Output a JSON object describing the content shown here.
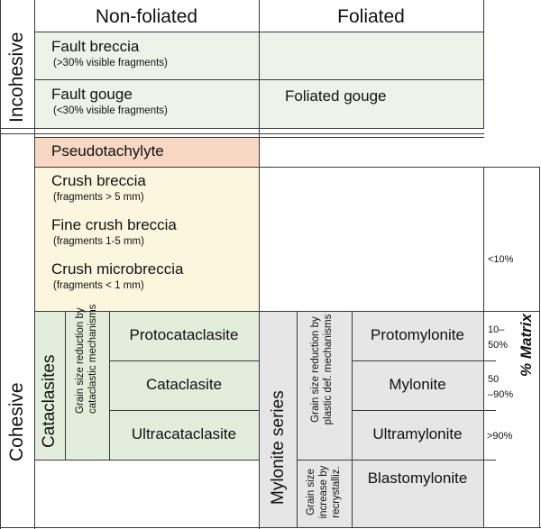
{
  "headers": {
    "non_foliated": "Non-foliated",
    "foliated": "Foliated"
  },
  "row_labels": {
    "incohesive": "Incohesive",
    "cohesive": "Cohesive"
  },
  "incohesive": {
    "fault_breccia": {
      "name": "Fault breccia",
      "detail": "(>30% visible fragments)"
    },
    "fault_gouge": {
      "name": "Fault gouge",
      "detail": "(<30% visible fragments)"
    },
    "foliated_gouge": "Foliated gouge"
  },
  "pseudotachylyte": "Pseudotachylyte",
  "crush": [
    {
      "name": "Crush breccia",
      "detail": "(fragments > 5 mm)"
    },
    {
      "name": "Fine crush breccia",
      "detail": "(fragments 1-5 mm)"
    },
    {
      "name": "Crush microbreccia",
      "detail": "(fragments < 1 mm)"
    }
  ],
  "cataclasites": {
    "group_label": "Cataclasites",
    "mechanism_line1": "Grain size reduction by",
    "mechanism_line2": "cataclastic mechanisms",
    "items": [
      "Protocataclasite",
      "Cataclasite",
      "Ultracataclasite"
    ]
  },
  "mylonites": {
    "group_label": "Mylonite series",
    "mechanism_line1": "Grain size reduction by",
    "mechanism_line2": "plastic def. mechanisms",
    "items": [
      "Protomylonite",
      "Mylonite",
      "Ultramylonite"
    ],
    "growth_line1": "Grain size",
    "growth_line2": "increase by",
    "growth_line3": "recrystalliz.",
    "blastomylonite": "Blastomylonite"
  },
  "matrix": {
    "label": "% Matrix",
    "lt10": "<10%",
    "r1a": "10–",
    "r1b": "50%",
    "r2a": "50",
    "r2b": "–90%",
    "gt90": ">90%"
  }
}
